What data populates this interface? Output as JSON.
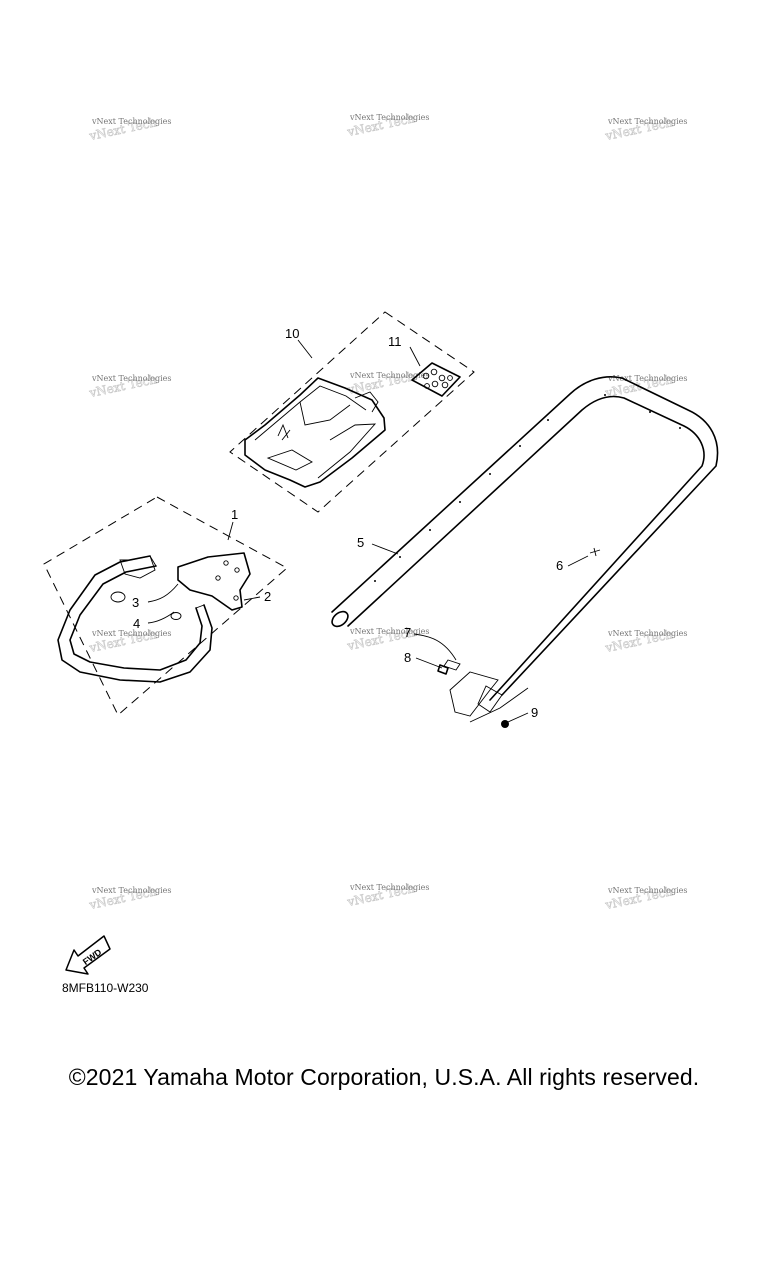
{
  "diagram": {
    "code": "8MFB110-W230",
    "fwd_label": "FWD",
    "watermark": "vNext Technologies",
    "callouts": {
      "1": "1",
      "2": "2",
      "3": "3",
      "4": "4",
      "5": "5",
      "6": "6",
      "7": "7",
      "8": "8",
      "9": "9",
      "10": "10",
      "11": "11"
    }
  },
  "footer": {
    "copyright": "©2021 Yamaha Motor Corporation, U.S.A. All rights reserved."
  }
}
